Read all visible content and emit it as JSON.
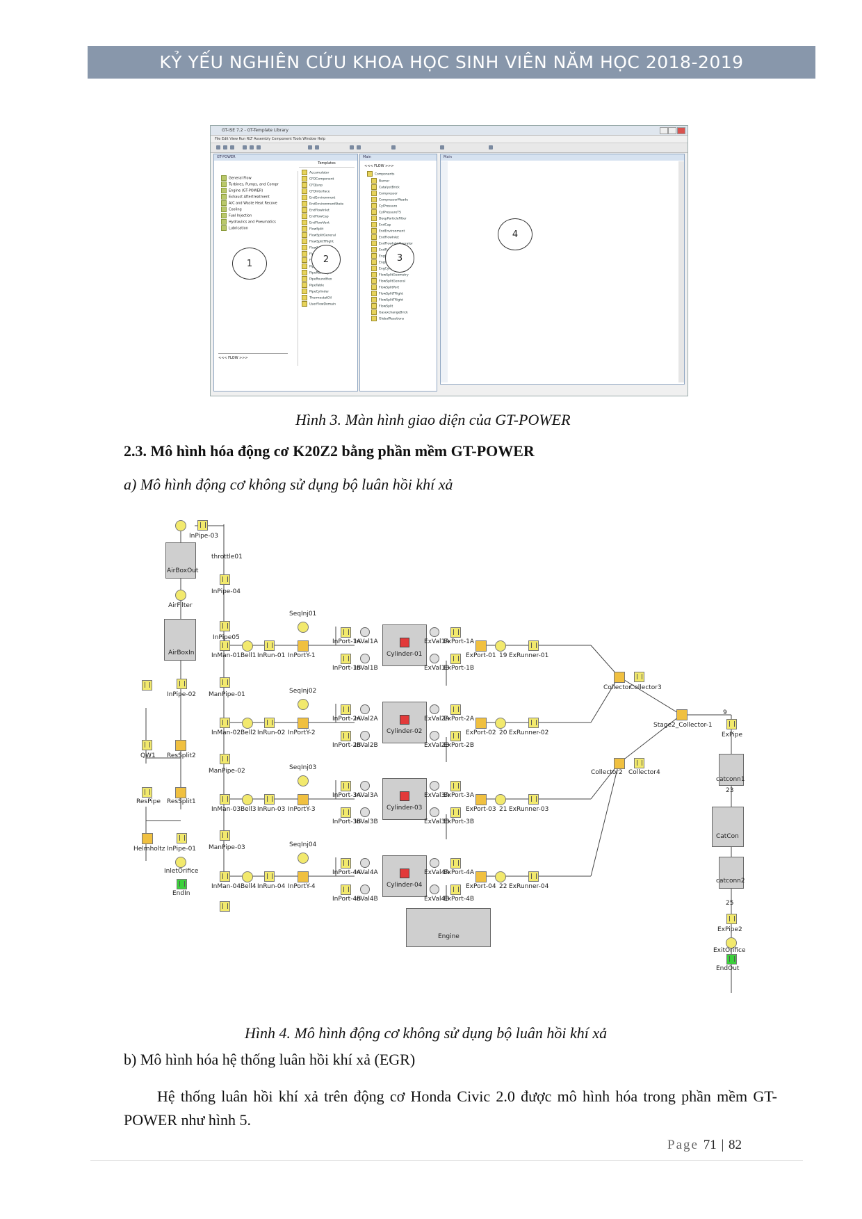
{
  "header": {
    "title": "KỶ YẾU NGHIÊN CỨU KHOA HỌC SINH VIÊN NĂM HỌC 2018-2019"
  },
  "figure3": {
    "caption": "Hình 3. Màn hình giao diện của GT-POWER",
    "window_title": "GT-ISE 7.2 - GT-Template Library",
    "menu": "File  Edit  View  Run  RLT  Assembly  Component  Tools  Window  Help",
    "pane1_title": "GT-POWER",
    "pane1_items": [
      "General Flow",
      "Turbines, Pumps, and Compr",
      "Engine (GT-POWER)",
      "Exhaust Aftertreatment",
      "A/C and Waste Heat Recove",
      "Cooling",
      "Fuel Injection",
      "Hydraulics and Pneumatics",
      "Lubrication"
    ],
    "pane1_bottom": "<<< FLOW >>>",
    "pane2_title": "Templates",
    "pane2_items": [
      "Accumulator",
      "CFDComponent",
      "CFDJunp",
      "CFDInterface",
      "EndEnvironment",
      "EndEnvironmentState",
      "EndFlowInlet",
      "EndFlowCap",
      "EndFlowVent",
      "FlowSplit",
      "FlowSplitGeneral",
      "FlowSplitTRight",
      "FlowSplitSphere",
      "FlowSplitGeneral",
      "FlowSplitYJ",
      "PipeRound",
      "PipeRectangle",
      "PipeRoundHex",
      "PipeTable",
      "PipeCylinder",
      "ThermostatOil",
      "UserFlowDomain"
    ],
    "pane3_title": "Main",
    "pane3_flow": "<<< FLOW >>>",
    "pane3_items": [
      "Components",
      "Burner",
      "CatalystBrick",
      "Compressor",
      "CompressorMeade",
      "CylPressure",
      "CylPressureTS",
      "DeepParticleFilter",
      "EndCap",
      "EndEnvironment",
      "EndFlowInlet",
      "EndFlowInletOperator",
      "EndFlowSpeaker",
      "EngCrankcase",
      "EngCylinder",
      "EngCylHead",
      "FlowSplitGeometry",
      "FlowSplitGeneral",
      "FlowSplitPort",
      "FlowSplitTRight",
      "FlowSplitTRight",
      "FlowSplit",
      "GasexchangeBrick",
      "GlobalReactions"
    ],
    "pane4_title": "Main",
    "labels": [
      "1",
      "2",
      "3",
      "4"
    ]
  },
  "section": {
    "heading": "2.3. Mô hình hóa động cơ K20Z2 bằng phần mềm GT-POWER",
    "subheading_a": "a) Mô hình động cơ không sử dụng bộ luân hồi khí xả"
  },
  "figure4": {
    "caption": "Hình 4. Mô hình động cơ không sử dụng bộ luân hồi khí xả",
    "labels": {
      "inpipe03": "InPipe-03",
      "airboxout": "AirBoxOut",
      "throttle": "throttle01",
      "inpipe04": "InPipe-04",
      "airfilter": "AirFilter",
      "airboxin": "AirBoxIn",
      "inpipe05": "InPipe05",
      "inpipe02": "InPipe-02",
      "qw1": "QW1",
      "ressplit2": "ResSplit2",
      "respipe": "ResPipe",
      "ressplit1": "ResSplit1",
      "helmholtz": "Helmholtz",
      "inpipe01": "InPipe-01",
      "inletorifice": "InletOrifice",
      "endin": "EndIn",
      "manpipe01": "ManPipe-01",
      "manpipe02": "ManPipe-02",
      "manpipe03": "ManPipe-03",
      "engine": "Engine",
      "collector": "Collector",
      "collector3": "Collector3",
      "collector2": "Collector2",
      "collector4": "Collector4",
      "stage2": "Stage2_Collector-1",
      "expipe": "ExPipe",
      "catconn1": "catconn1",
      "n23": "23",
      "catcon": "CatCon",
      "catconn2": "catconn2",
      "n25": "25",
      "expipe2": "ExPipe2",
      "exitorifice": "ExitOrifice",
      "endout": "EndOut",
      "n9": "9"
    },
    "cylinders": [
      {
        "man": "InMan-01",
        "bell": "Bell1",
        "run": "InRun-01",
        "port": "InPortY-1",
        "seq": "SeqInj01",
        "pa": "InPort-1A",
        "pb": "InPort-1B",
        "va": "InVal1A",
        "vb": "InVal1B",
        "cyl": "Cylinder-01",
        "eva": "ExVal1A",
        "evb": "ExVal1B",
        "epa": "ExPort-1A",
        "epb": "ExPort-1B",
        "epo": "ExPort-01",
        "n": "19",
        "exr": "ExRunner-01"
      },
      {
        "man": "InMan-02",
        "bell": "Bell2",
        "run": "InRun-02",
        "port": "InPortY-2",
        "seq": "SeqInj02",
        "pa": "InPort-2A",
        "pb": "InPort-2B",
        "va": "InVal2A",
        "vb": "InVal2B",
        "cyl": "Cylinder-02",
        "eva": "ExVal2A",
        "evb": "ExVal2B",
        "epa": "ExPort-2A",
        "epb": "ExPort-2B",
        "epo": "ExPort-02",
        "n": "20",
        "exr": "ExRunner-02"
      },
      {
        "man": "InMan-03",
        "bell": "Bell3",
        "run": "InRun-03",
        "port": "InPortY-3",
        "seq": "SeqInj03",
        "pa": "InPort-3A",
        "pb": "InPort-3B",
        "va": "InVal3A",
        "vb": "InVal3B",
        "cyl": "Cylinder-03",
        "eva": "ExVal3A",
        "evb": "ExVal3B",
        "epa": "ExPort-3A",
        "epb": "ExPort-3B",
        "epo": "ExPort-03",
        "n": "21",
        "exr": "ExRunner-03"
      },
      {
        "man": "InMan-04",
        "bell": "Bell4",
        "run": "InRun-04",
        "port": "InPortY-4",
        "seq": "SeqInj04",
        "pa": "InPort-4A",
        "pb": "InPort-4B",
        "va": "InVal4A",
        "vb": "InVal4B",
        "cyl": "Cylinder-04",
        "eva": "ExVal4A",
        "evb": "ExVal4B",
        "epa": "ExPort-4A",
        "epb": "ExPort-4B",
        "epo": "ExPort-04",
        "n": "22",
        "exr": "ExRunner-04"
      }
    ]
  },
  "section_b": {
    "subheading": "b) Mô hình hóa hệ thống luân hồi khí xả (EGR)",
    "paragraph": "Hệ thống luân hồi khí xả trên động cơ Honda Civic 2.0 được mô hình hóa trong phần mềm GT-POWER như hình 5."
  },
  "footer": {
    "page_word": "Page",
    "page": "71",
    "sep": "|",
    "total": "82"
  }
}
